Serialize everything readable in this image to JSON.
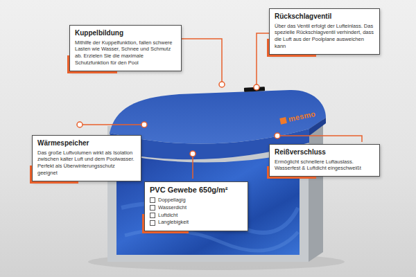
{
  "diagram": {
    "nodes": [
      {
        "text": [
          "Kuppelbildung",
          "Mithilfe der Kuppelfunktion, fallen schwere Lasten wie Wasser, Schnee und Schmutz ab. Erzielen Sie die maximale Schutzfunktion für den Pool"
        ]
      },
      {
        "text": [
          "Rückschlagventil",
          "Über das Ventil erfolgt der Lufteinlass. Das spezielle Rückschlagventil verhindert, dass die Luft aus der Poolplane ausweichen kann"
        ]
      },
      {
        "text": [
          "Wärmespeicher",
          "Das große Luftvolumen wirkt als Isolation zwischen kalter Luft und dem Poolwasser. Perfekt als Überwinterungsschutz geeignet"
        ]
      },
      {
        "text": [
          "Reißverschluss",
          "Ermöglicht schnellere Luftauslass. Wasserfest & Luftdicht eingeschweißt"
        ]
      },
      {
        "text": [
          "PVC Gewebe 650g/m²",
          "Doppellagig",
          "Wasserdicht",
          "Luftdicht",
          "Langlebigkeit"
        ]
      }
    ],
    "labels": [
      "mesmo"
    ]
  }
}
